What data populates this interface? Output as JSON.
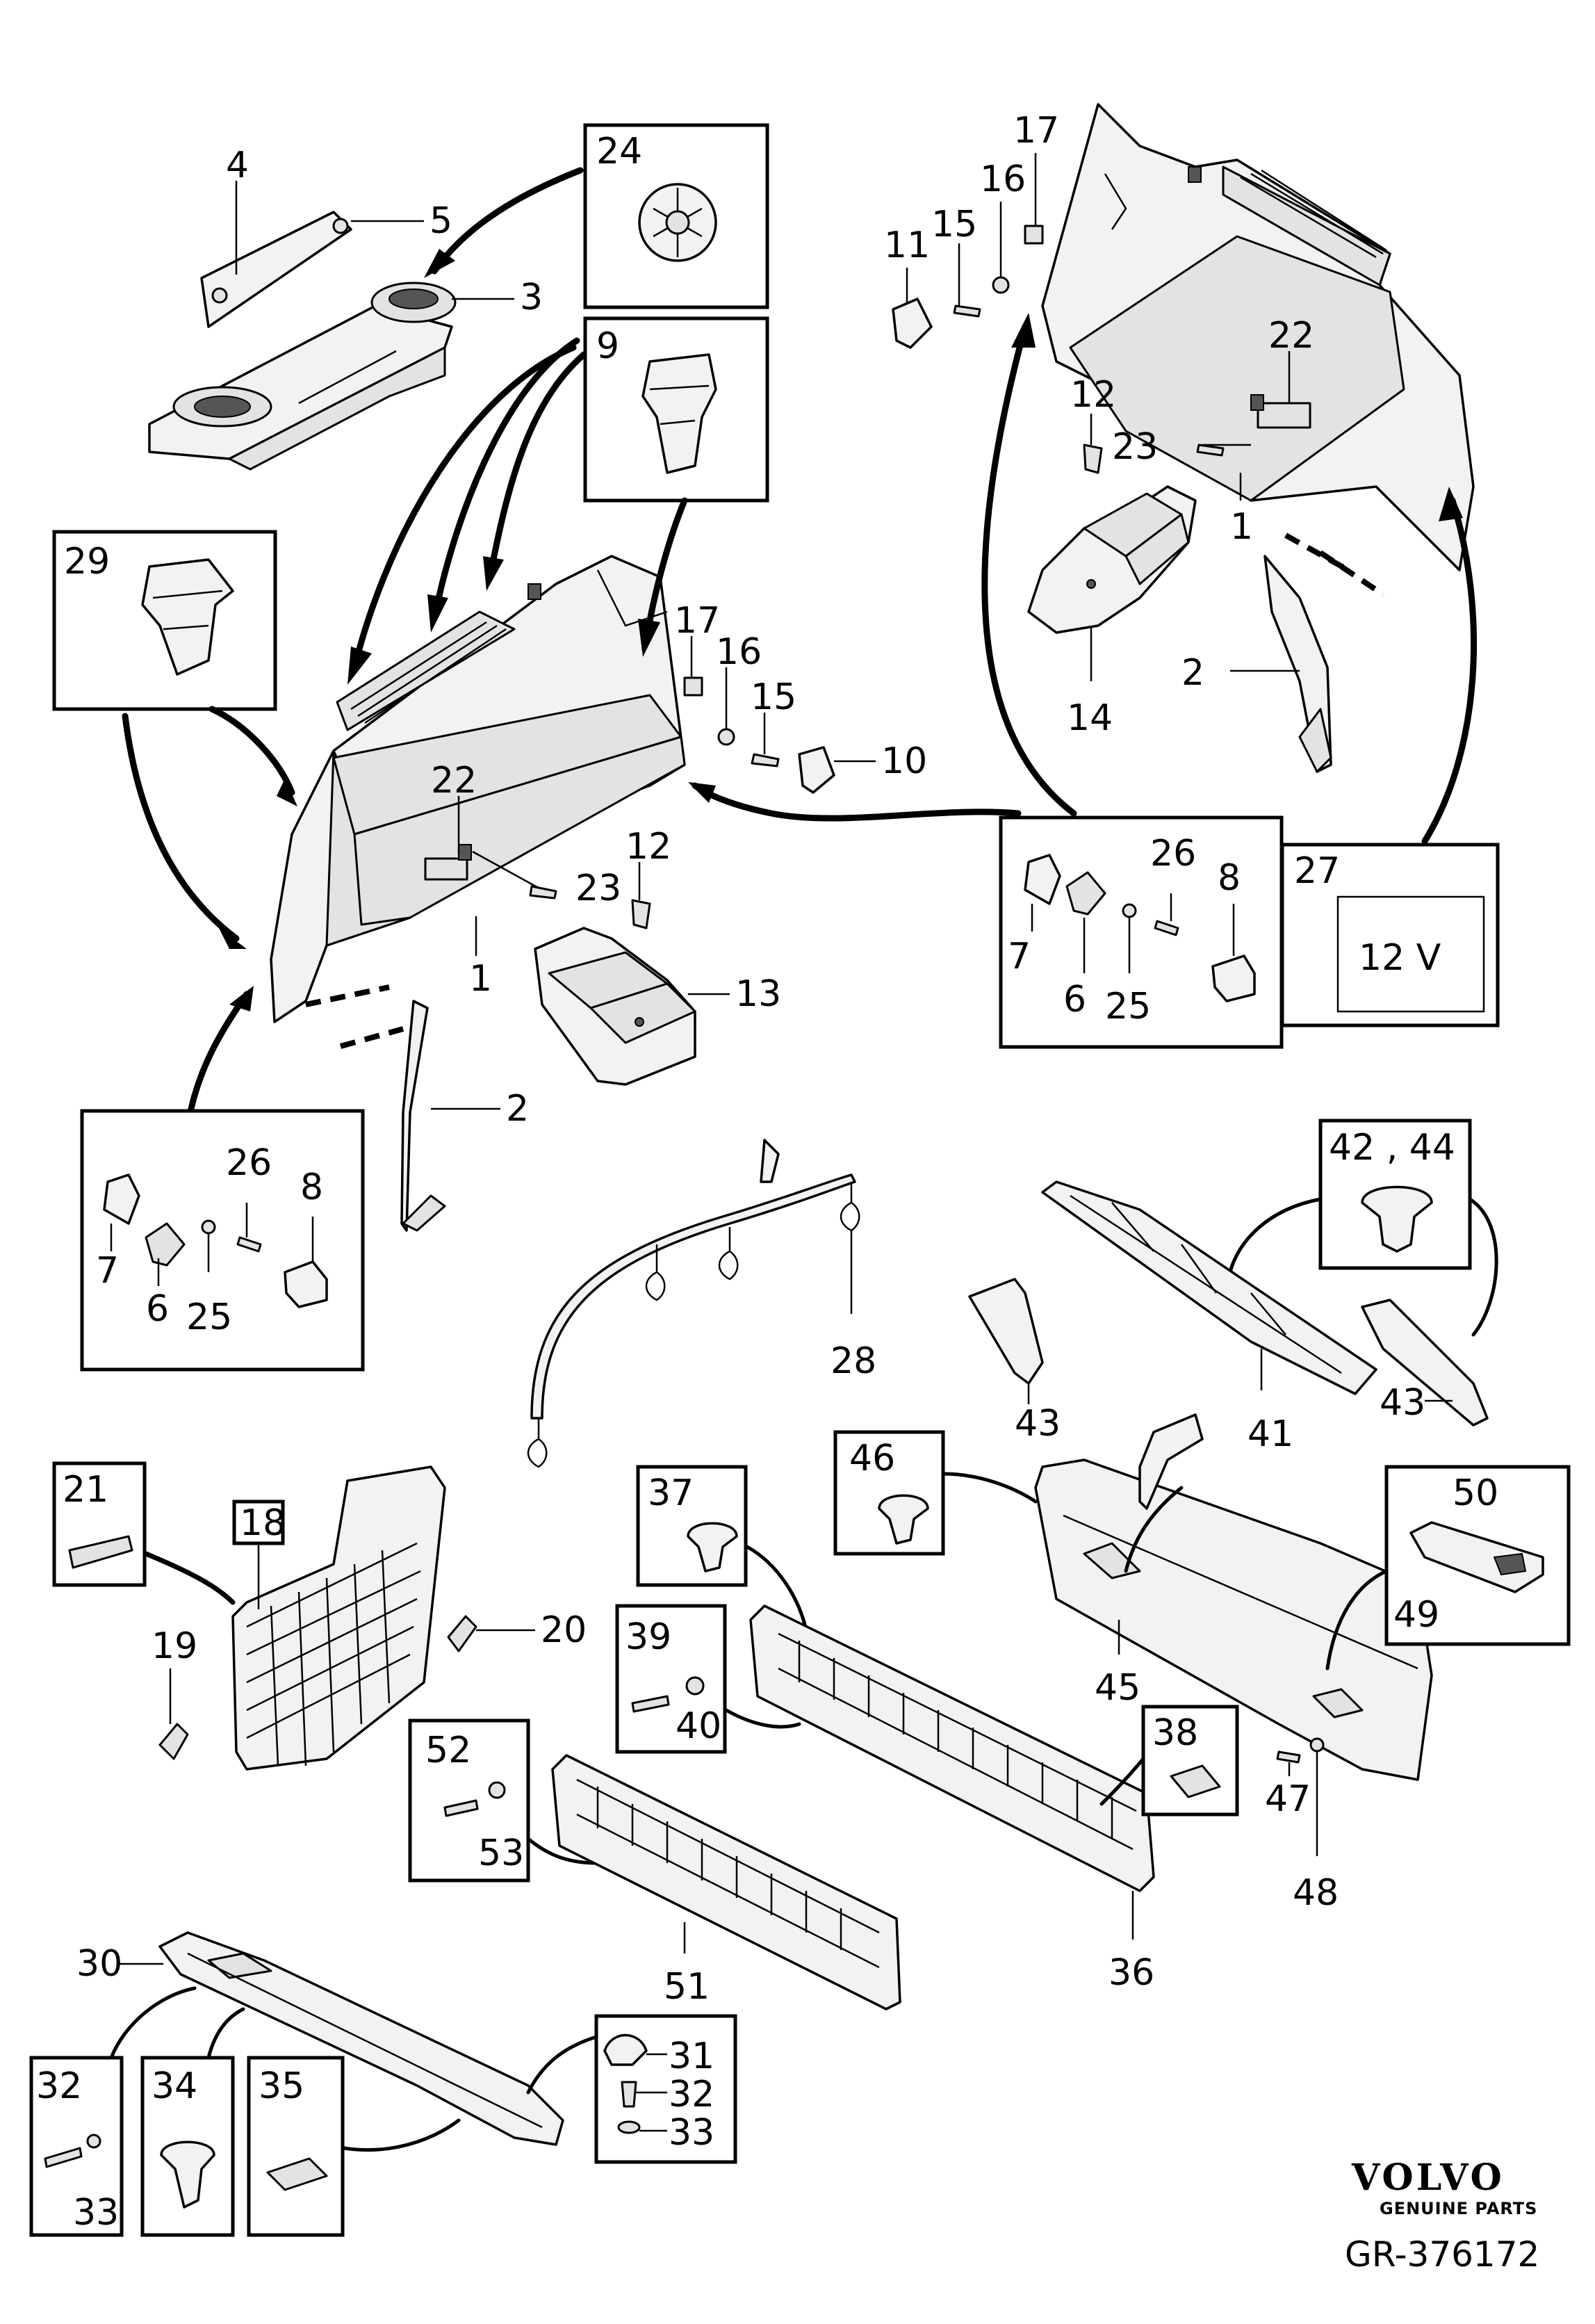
{
  "brand": {
    "name": "VOLVO",
    "tagline": "GENUINE PARTS",
    "reference": "GR-376172"
  },
  "callouts": {
    "c1a": "1",
    "c1b": "1",
    "c2a": "2",
    "c2b": "2",
    "c3": "3",
    "c4": "4",
    "c5": "5",
    "c6a": "6",
    "c6b": "6",
    "c7a": "7",
    "c7b": "7",
    "c8a": "8",
    "c8b": "8",
    "c9": "9",
    "c10": "10",
    "c11": "11",
    "c12a": "12",
    "c12b": "12",
    "c13": "13",
    "c14": "14",
    "c15a": "15",
    "c15b": "15",
    "c16a": "16",
    "c16b": "16",
    "c17a": "17",
    "c17b": "17",
    "c18": "18",
    "c19": "19",
    "c20": "20",
    "c21": "21",
    "c22a": "22",
    "c22b": "22",
    "c23a": "23",
    "c23b": "23",
    "c24": "24",
    "c25a": "25",
    "c25b": "25",
    "c26a": "26",
    "c26b": "26",
    "c27": "27",
    "c28": "28",
    "c29": "29",
    "c30": "30",
    "c31": "31",
    "c32a": "32",
    "c32b": "32",
    "c33a": "33",
    "c33b": "33",
    "c34": "34",
    "c35": "35",
    "c36": "36",
    "c37": "37",
    "c38": "38",
    "c39": "39",
    "c40": "40",
    "c41": "41",
    "c42_44": "42 , 44",
    "c43a": "43",
    "c43b": "43",
    "c45": "45",
    "c46": "46",
    "c47": "47",
    "c48": "48",
    "c49": "49",
    "c50": "50",
    "c51": "51",
    "c52": "52",
    "c53": "53"
  },
  "socket_label": "12 V"
}
